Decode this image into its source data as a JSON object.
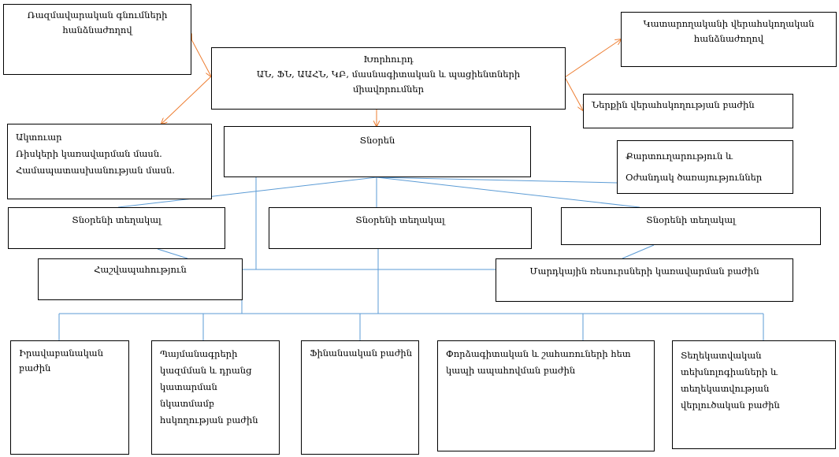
{
  "colors": {
    "connector": "#5b9bd5",
    "arrow": "#ed7d31",
    "border": "#000000"
  },
  "boxes": {
    "strategic_committee": [
      "Ռազմավարական գնումների",
      "հանձնաժողով"
    ],
    "audit_committee": [
      "Կատարողականի վերահսկողական",
      "հանձնաժողով"
    ],
    "board": [
      "Խորհուրդ",
      "ԱՆ, ՖՆ, ԱԱՀՆ, ԿԲ, մասնագիտական և պացիենտների",
      "միավորումներ"
    ],
    "internal_audit": [
      "Ներքին վերահսկողության բաժին"
    ],
    "actuary": [
      "Ակտուար",
      "Ռիսկերի կառավարման մասն.",
      "Համապատասխանության մասն."
    ],
    "director": [
      "Տնօրեն"
    ],
    "secretariat": [
      "Քարտուղարություն և",
      "Օժանդակ ծառայություններ"
    ],
    "deputy_1": [
      "Տնօրենի տեղակալ"
    ],
    "deputy_2": [
      "Տնօրենի տեղակալ"
    ],
    "deputy_3": [
      "Տնօրենի տեղակալ"
    ],
    "accounting": [
      "Հաշվապահություն"
    ],
    "hr": [
      "Մարդկային ռեսուրսների կառավարման բաժին"
    ],
    "legal": [
      "Իրավաբանական",
      "բաժին"
    ],
    "contracts": [
      "Պայմանագրերի",
      "կազմման և դրանց",
      "կատարման",
      "նկատմամբ",
      "հսկողության բաժին"
    ],
    "finance": [
      "Ֆինանսական բաժին"
    ],
    "expert": [
      "Փորձագիտական և շահառուների  հետ",
      "կապի ապահովման բաժին"
    ],
    "it": [
      "Տեղեկատվական",
      "տեխնոլոգիաների և",
      "տեղեկատվության",
      "վերլուծական բաժին"
    ]
  }
}
